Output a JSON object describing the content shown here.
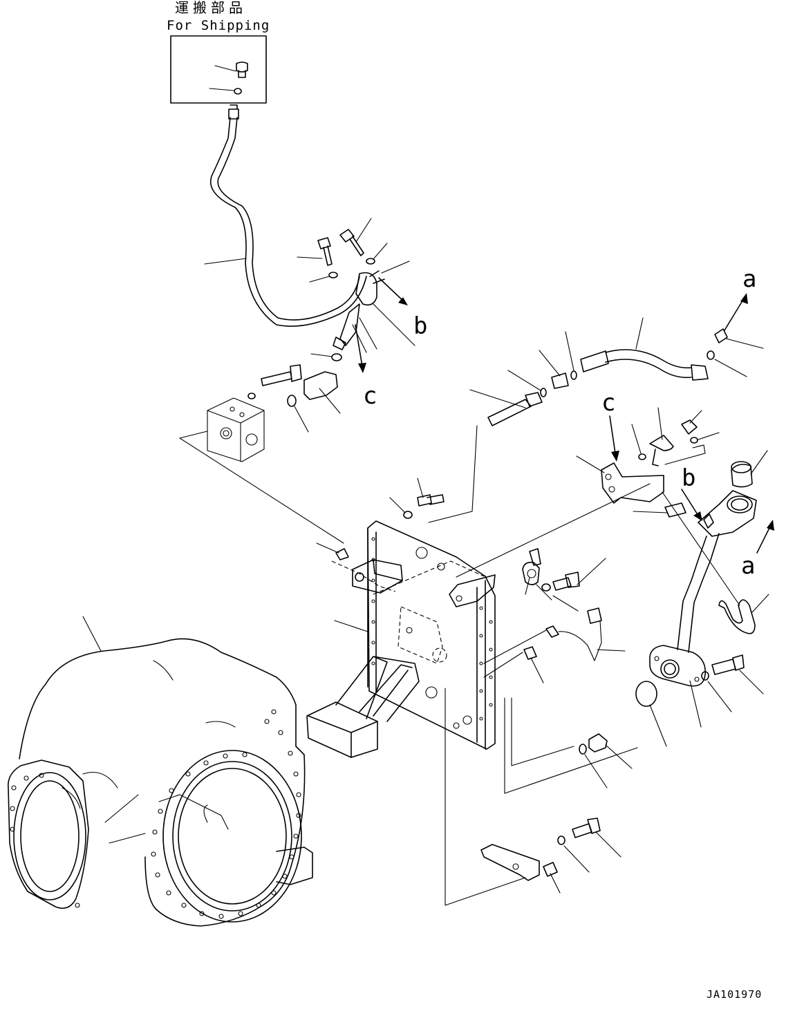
{
  "shipping_box": {
    "title_jp": "運搬部品",
    "title_en": "For Shipping"
  },
  "reference_letters": {
    "a_upper": "a",
    "a_lower": "a",
    "b_upper": "b",
    "b_lower": "b",
    "c_upper": "c",
    "c_lower": "c"
  },
  "drawing_code": "JA101970"
}
